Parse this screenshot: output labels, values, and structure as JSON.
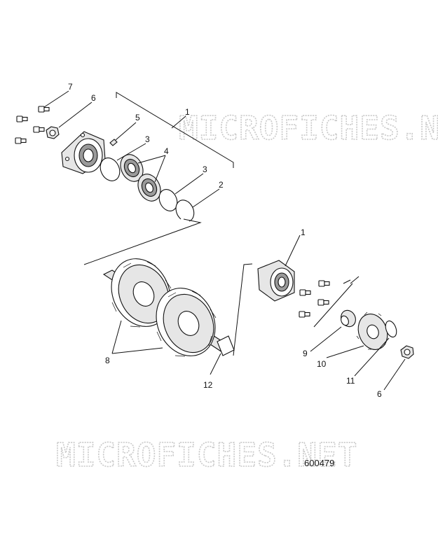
{
  "watermarks": [
    "MICROFICHES.NET",
    "MICROFICHES.NET"
  ],
  "figure_number": "600479",
  "callouts": {
    "c7": "7",
    "c6_top": "6",
    "c5": "5",
    "c1_top": "1",
    "c3_a": "3",
    "c4": "4",
    "c3_b": "3",
    "c2": "2",
    "c1_mid": "1",
    "c8": "8",
    "c12": "12",
    "c9": "9",
    "c10": "10",
    "c11": "11",
    "c6_bot": "6"
  }
}
